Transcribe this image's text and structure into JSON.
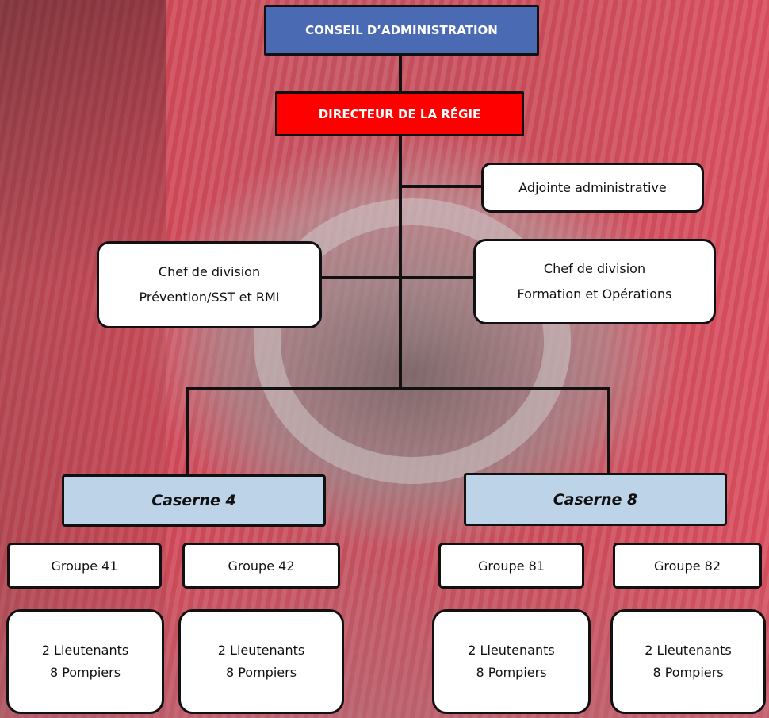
{
  "org_chart": {
    "conseil": "CONSEIL D’ADMINISTRATION",
    "directeur": "DIRECTEUR DE LA RÉGIE",
    "adjointe": "Adjointe administrative",
    "chef_prevention": {
      "line1": "Chef de division",
      "line2": "Prévention/SST et RMI"
    },
    "chef_formation": {
      "line1": "Chef de division",
      "line2": "Formation et Opérations"
    },
    "casernes": [
      {
        "name": "Caserne 4",
        "groupes": [
          {
            "name": "Groupe 41",
            "line1": "2 Lieutenants",
            "line2": "8 Pompiers"
          },
          {
            "name": "Groupe 42",
            "line1": "2 Lieutenants",
            "line2": "8 Pompiers"
          }
        ]
      },
      {
        "name": "Caserne 8",
        "groupes": [
          {
            "name": "Groupe 81",
            "line1": "2 Lieutenants",
            "line2": "8 Pompiers"
          },
          {
            "name": "Groupe 82",
            "line1": "2 Lieutenants",
            "line2": "8 Pompiers"
          }
        ]
      }
    ]
  },
  "colors": {
    "conseil_fill": "#4a6ab4",
    "directeur_fill": "#ff0000",
    "caserne_fill": "#bcd3e8",
    "box_fill": "#ffffff",
    "border": "#111111"
  }
}
